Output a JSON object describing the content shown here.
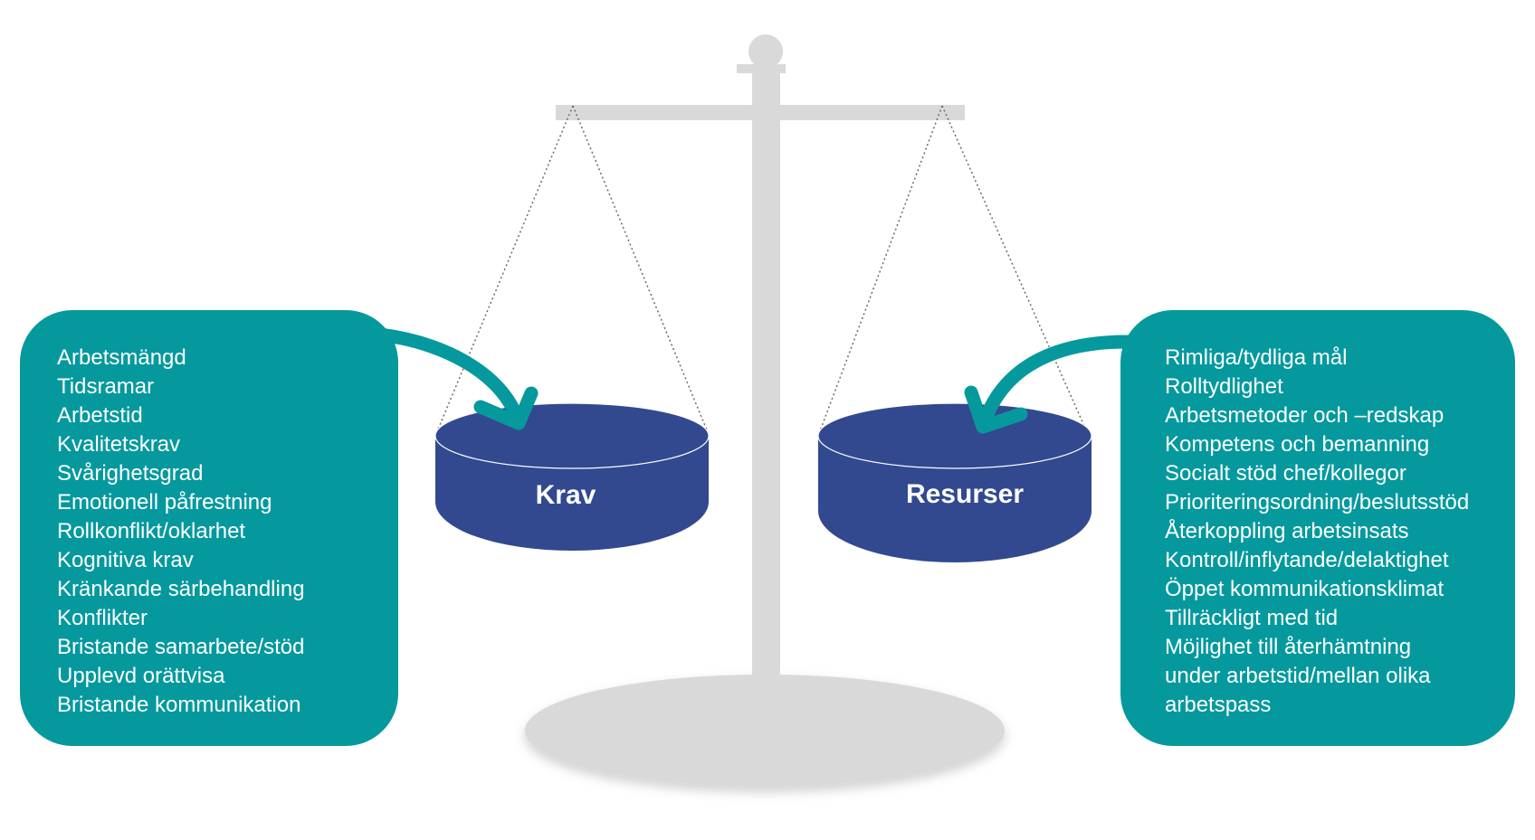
{
  "colors": {
    "box_fill": "#05999e",
    "pan_fill": "#324990",
    "scale_gray": "#d9d9d9",
    "text": "#ffffff"
  },
  "pans": {
    "left_label": "Krav",
    "right_label": "Resurser"
  },
  "demands": {
    "items": [
      "Arbetsmängd",
      "Tidsramar",
      "Arbetstid",
      "Kvalitetskrav",
      "Svårighetsgrad",
      "Emotionell påfrestning",
      "Rollkonflikt/oklarhet",
      "Kognitiva krav",
      "Kränkande särbehandling",
      "Konflikter",
      "Bristande samarbete/stöd",
      "Upplevd orättvisa",
      "Bristande kommunikation"
    ]
  },
  "resources": {
    "items": [
      "Rimliga/tydliga mål",
      "Rolltydlighet",
      "Arbetsmetoder och –redskap",
      "Kompetens och bemanning",
      "Socialt stöd chef/kollegor",
      "Prioriteringsordning/beslutsstöd",
      "Återkoppling arbetsinsats",
      "Kontroll/inflytande/delaktighet",
      "Öppet kommunikationsklimat",
      "Tillräckligt med tid",
      "Möjlighet till återhämtning",
      "under arbetstid/mellan olika",
      "arbetspass"
    ]
  }
}
